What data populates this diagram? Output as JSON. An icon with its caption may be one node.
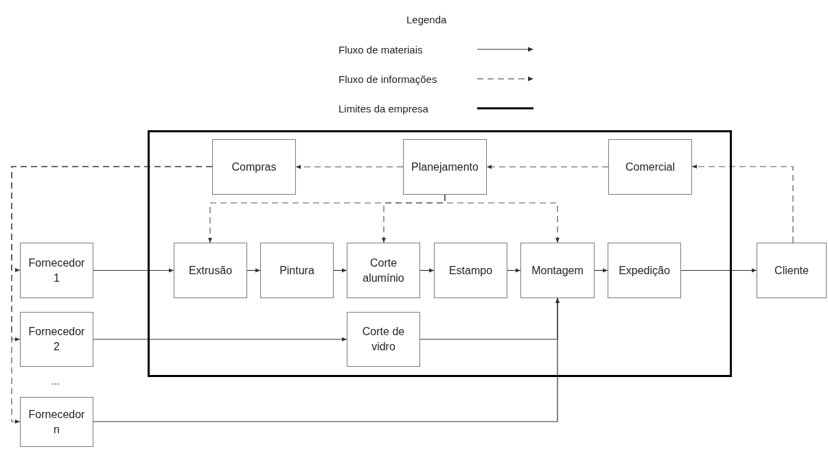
{
  "diagram": {
    "nodes": [
      {
        "text": [],
        "shape": "box"
      },
      {
        "text": [
          "Compras"
        ],
        "in": 0
      },
      {
        "text": [
          "Planejamento"
        ],
        "in": 0
      },
      {
        "text": [
          "Comercial"
        ],
        "in": 0
      },
      {
        "text": [
          "Fornecedor 1"
        ]
      },
      {
        "text": [
          "Extrusão"
        ],
        "in": 0
      },
      {
        "text": [
          "Pintura"
        ],
        "in": 0
      },
      {
        "text": [
          "Corte alumínio"
        ],
        "in": 0
      },
      {
        "text": [
          "Estampo"
        ],
        "in": 0
      },
      {
        "text": [
          "Montagem"
        ],
        "in": 0
      },
      {
        "text": [
          "Expedição"
        ],
        "in": 0
      },
      {
        "text": [
          "Cliente"
        ]
      },
      {
        "text": [
          "Fornecedor 2"
        ]
      },
      {
        "text": [
          "Corte de vidro"
        ],
        "in": 0
      },
      {
        "text": [
          "Fornecedor n"
        ]
      }
    ],
    "edges": [
      {
        "from": 3,
        "to": 2,
        "arrow": "to",
        "style": "dashed"
      },
      {
        "from": 2,
        "to": 1,
        "arrow": "to",
        "style": "dashed"
      },
      {
        "from": 1,
        "to": 4,
        "arrow": "to",
        "style": "dashed"
      },
      {
        "from": 1,
        "to": 12,
        "arrow": "to",
        "style": "dashed"
      },
      {
        "from": 1,
        "to": 14,
        "arrow": "to",
        "style": "dashed"
      },
      {
        "from": 2,
        "to": 5,
        "arrow": "to",
        "style": "dashed"
      },
      {
        "from": 2,
        "to": 7,
        "arrow": "to",
        "style": "dashed"
      },
      {
        "from": 2,
        "to": 9,
        "arrow": "to",
        "style": "dashed"
      },
      {
        "from": 11,
        "to": 3,
        "arrow": "to",
        "style": "dashed"
      },
      {
        "from": 4,
        "to": 5,
        "arrow": "to"
      },
      {
        "from": 5,
        "to": 6,
        "arrow": "to"
      },
      {
        "from": 6,
        "to": 7,
        "arrow": "to"
      },
      {
        "from": 7,
        "to": 8,
        "arrow": "to"
      },
      {
        "from": 8,
        "to": 9,
        "arrow": "to"
      },
      {
        "from": 9,
        "to": 10,
        "arrow": "to"
      },
      {
        "from": 10,
        "to": 11,
        "arrow": "to"
      },
      {
        "from": 12,
        "to": 13,
        "arrow": "to"
      },
      {
        "from": 13,
        "to": 9,
        "arrow": "to"
      },
      {
        "from": 14,
        "to": 9,
        "arrow": "to"
      }
    ],
    "labels": [
      "Legenda",
      "..."
    ],
    "legend": [
      {
        "text": "Fluxo de materiais"
      },
      {
        "text": "Fluxo de informações"
      },
      {
        "text": "Limites da empresa"
      }
    ]
  }
}
